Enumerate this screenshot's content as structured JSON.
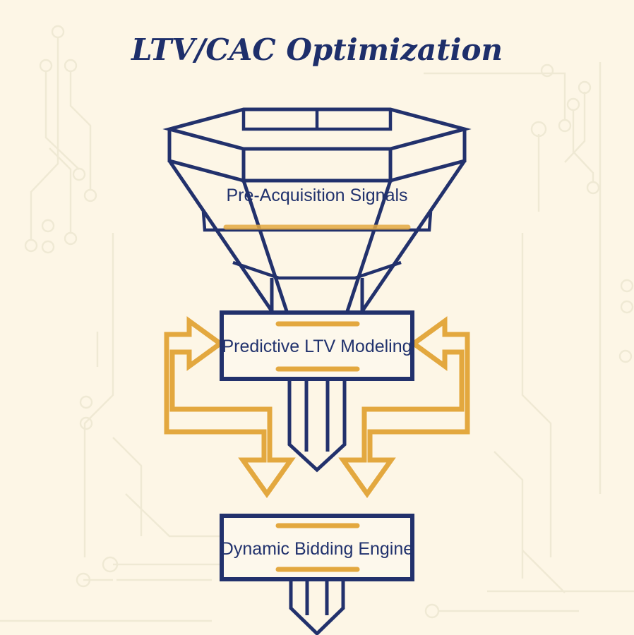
{
  "page": {
    "title": "LTV/CAC Optimization",
    "background_color": "#fdf6e6",
    "accent_navy": "#22316c",
    "accent_gold": "#e3a83f",
    "circuit_color": "#efe9d4"
  },
  "diagram": {
    "type": "funnel-flow",
    "stages": [
      {
        "id": "stage-1",
        "label": "Pre-Acquisition Signals",
        "shape": "funnel",
        "icon": "funnel-icon"
      },
      {
        "id": "stage-2",
        "label": "Predictive LTV Modeling",
        "shape": "box",
        "icon": "process-box-icon"
      },
      {
        "id": "stage-3",
        "label": "Dynamic Bidding Engine",
        "shape": "box",
        "icon": "process-box-icon"
      }
    ],
    "connectors": [
      {
        "id": "feedback-left",
        "icon": "feedback-arrow-left-icon",
        "direction": "up-right-into-stage-2"
      },
      {
        "id": "feedback-right",
        "icon": "feedback-arrow-right-icon",
        "direction": "up-left-into-stage-2"
      },
      {
        "id": "output-left",
        "icon": "down-arrow-left-icon",
        "direction": "down-toward-stage-3"
      },
      {
        "id": "output-right",
        "icon": "down-arrow-right-icon",
        "direction": "down-toward-stage-3"
      },
      {
        "id": "funnel-stem-upper",
        "icon": "funnel-stem-icon",
        "direction": "down"
      },
      {
        "id": "funnel-stem-lower",
        "icon": "funnel-stem-icon",
        "direction": "down"
      }
    ]
  }
}
